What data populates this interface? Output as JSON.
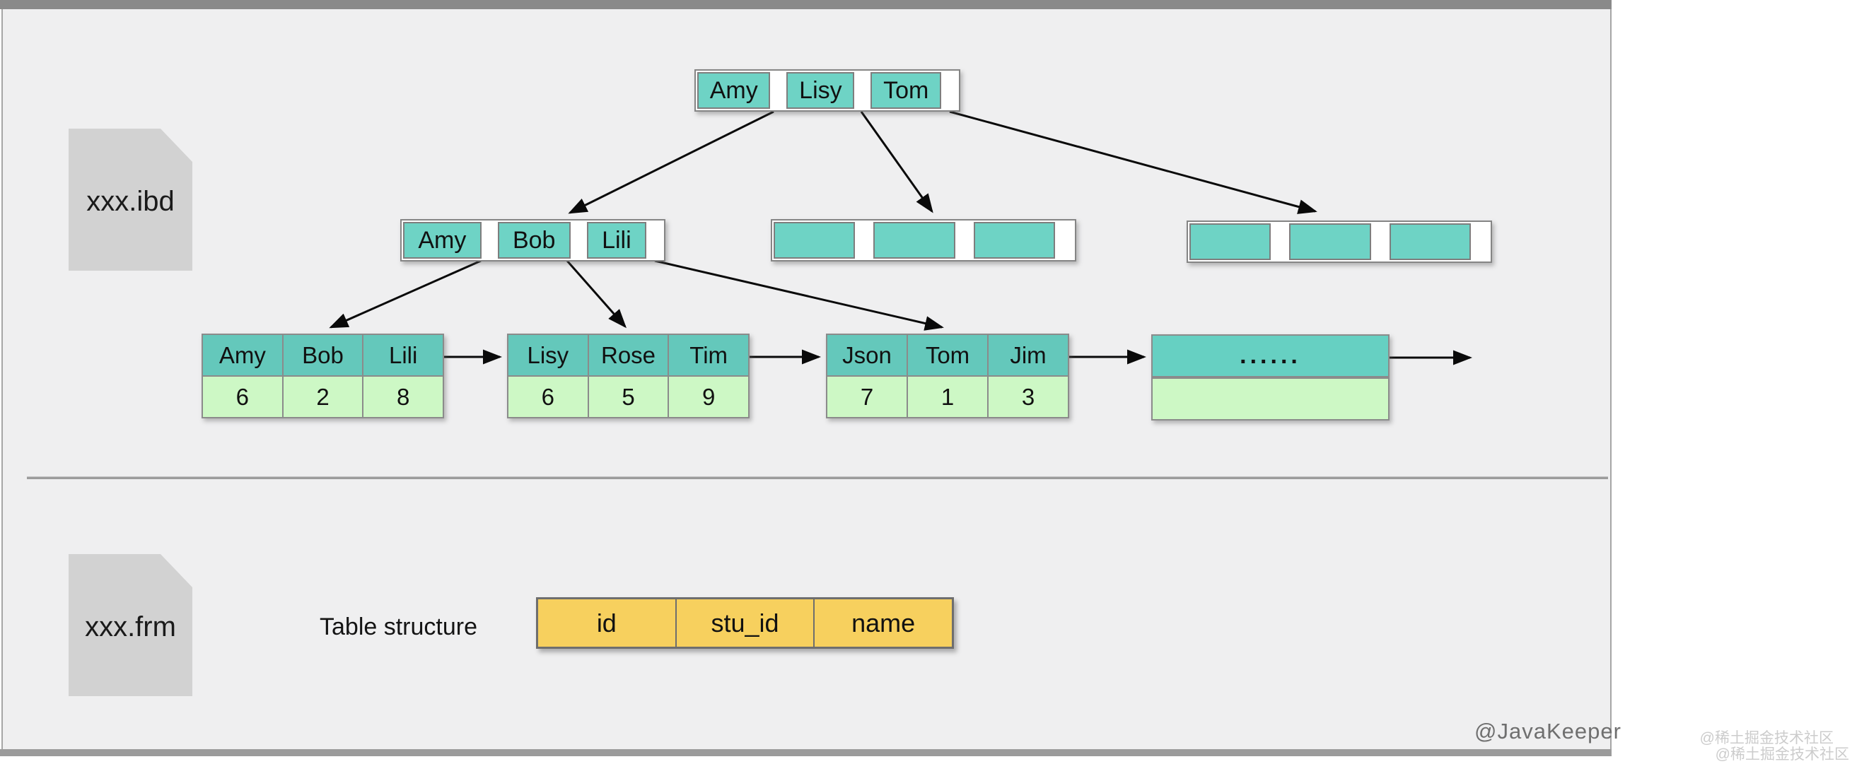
{
  "files": {
    "ibd": {
      "label": "xxx.ibd"
    },
    "frm": {
      "label": "xxx.frm"
    }
  },
  "tree": {
    "root": {
      "keys": [
        "Amy",
        "Lisy",
        "Tom"
      ]
    },
    "internal_left": {
      "keys": [
        "Amy",
        "Bob",
        "Lili"
      ]
    },
    "leaves": [
      {
        "keys": [
          "Amy",
          "Bob",
          "Lili"
        ],
        "values": [
          "6",
          "2",
          "8"
        ]
      },
      {
        "keys": [
          "Lisy",
          "Rose",
          "Tim"
        ],
        "values": [
          "6",
          "5",
          "9"
        ]
      },
      {
        "keys": [
          "Json",
          "Tom",
          "Jim"
        ],
        "values": [
          "7",
          "1",
          "3"
        ]
      }
    ],
    "leaf_more": {
      "label": "......"
    }
  },
  "table": {
    "caption": "Table structure",
    "columns": [
      "id",
      "stu_id",
      "name"
    ]
  },
  "credits": {
    "author": "@JavaKeeper",
    "watermark1": "@稀土掘金技术社区",
    "watermark2": "@稀土掘金技术社区"
  },
  "colors": {
    "node_teal": "#6ed3c5",
    "leaf_header_teal": "#64c8bb",
    "leaf_value_green": "#cdf8c5",
    "table_yellow": "#f7d05e",
    "file_gray": "#d2d2d2",
    "panel_bg": "#efeff0"
  }
}
